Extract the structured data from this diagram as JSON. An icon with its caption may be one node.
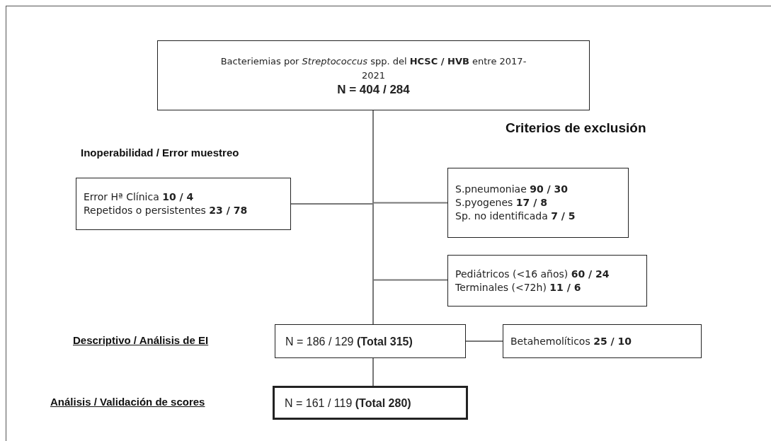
{
  "diagram": {
    "nodes": [
      {
        "text": [
          "Bacteriemias por *Streptococcus* spp. del **HCSC / HVB** entre 2017-2021",
          "N = 404 / 284"
        ]
      },
      {
        "text": [
          "Error Hª Clínica **10 / 4**",
          "Repetidos o persistentes **23 / 78**"
        ]
      },
      {
        "text": [
          "S.pneumoniae **90 / 30**",
          "S.pyogenes **17 / 8**",
          "Sp. no identificada **7 / 5**"
        ]
      },
      {
        "text": [
          "Pediátricos (<16 años) **60 / 24**",
          "Terminales (<72h) **11 / 6**"
        ]
      },
      {
        "text": [
          "N = 186 / 129 **(Total 315)**"
        ]
      },
      {
        "text": [
          "Betahemolíticos **25 / 10**"
        ]
      },
      {
        "text": [
          "N = 161 / 119 **(Total 280)**"
        ]
      }
    ],
    "edges": [
      {
        "from": 0,
        "to": 4,
        "arrow": "none"
      },
      {
        "from": 0,
        "to": 1,
        "arrow": "none"
      },
      {
        "from": 0,
        "to": 2,
        "arrow": "none"
      },
      {
        "from": 0,
        "to": 3,
        "arrow": "none"
      },
      {
        "from": 4,
        "to": 5,
        "arrow": "none"
      },
      {
        "from": 4,
        "to": 6,
        "arrow": "none"
      }
    ],
    "labels": [
      "Criterios de exclusión",
      "Inoperabilidad / Error muestreo",
      "Descriptivo / Análisis de EI",
      "Análisis / Validación de scores"
    ]
  }
}
